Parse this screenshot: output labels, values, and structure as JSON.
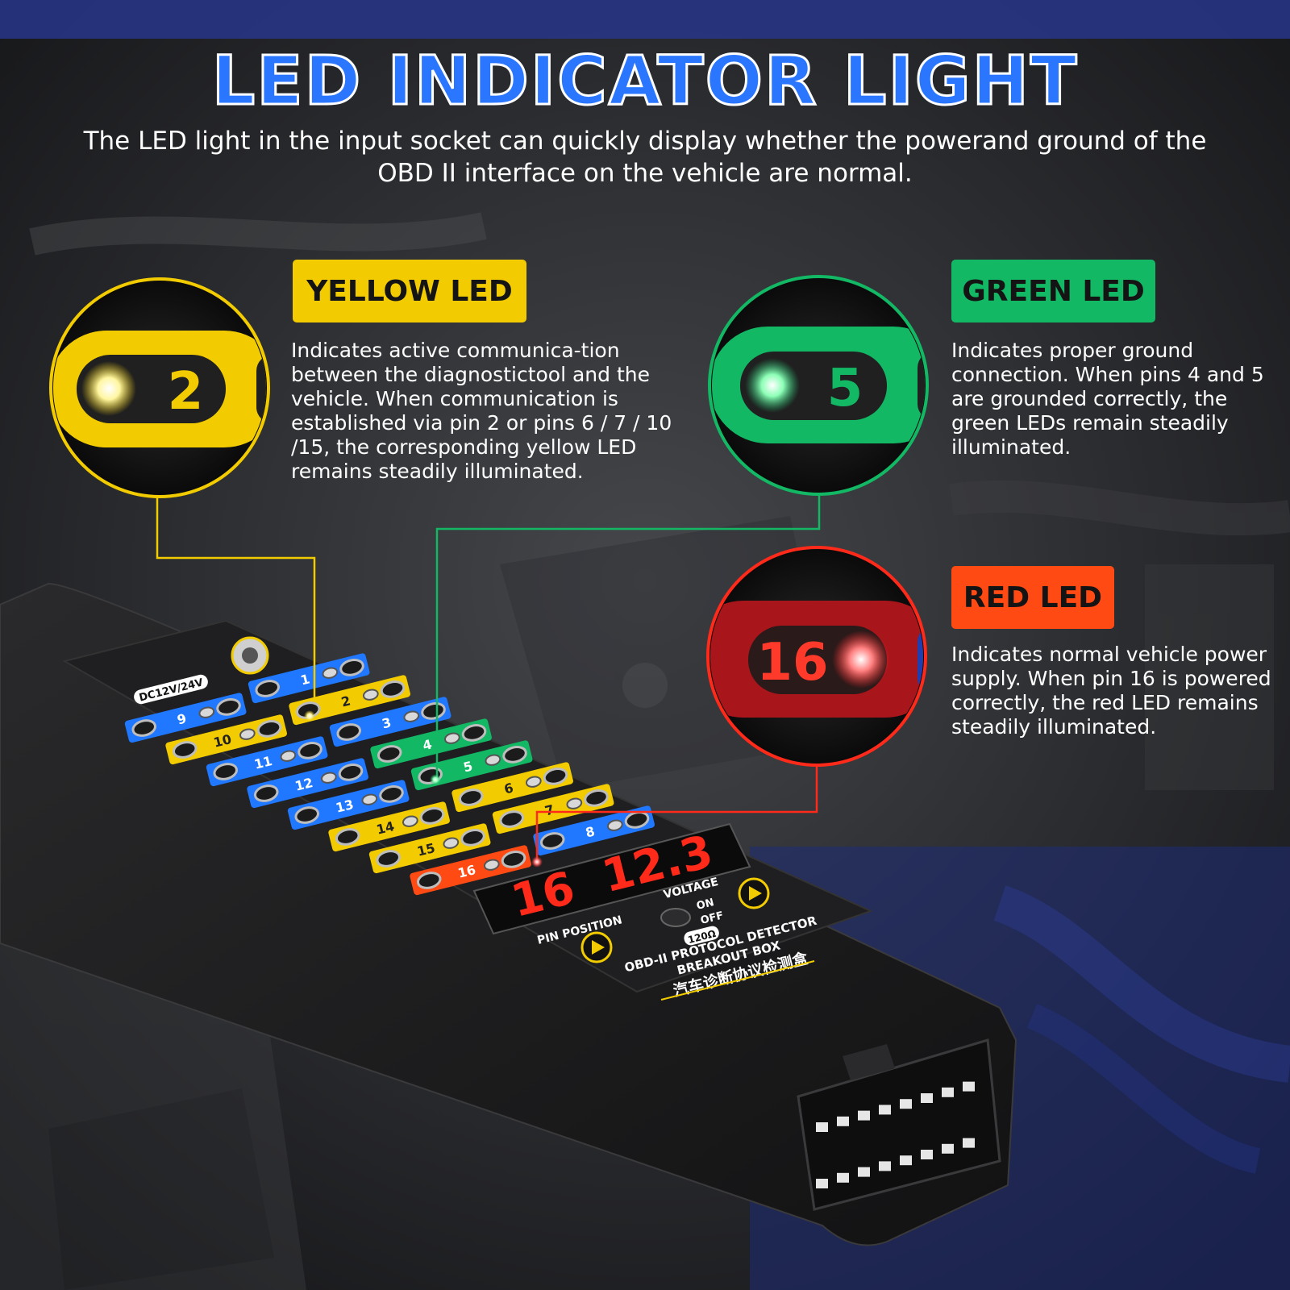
{
  "title": "LED INDICATOR LIGHT",
  "intro": "The LED light in the input socket can quickly display whether the powerand ground of the OBD II interface on the vehicle are normal.",
  "colors": {
    "yellow": "#f2cc00",
    "green": "#13b865",
    "red": "#ff4a13",
    "blue": "#1f78ff",
    "device": "#1c1c1e"
  },
  "callouts": {
    "yellow": {
      "badge": "YELLOW LED",
      "description": "Indicates active communica-tion between the diagnostictool and the vehicle. When communication is established via pin 2 or pins 6 / 7 / 10 /15, the corresponding yellow LED remains steadily illuminated.",
      "pin": "2"
    },
    "green": {
      "badge": "GREEN LED",
      "description": "Indicates proper ground connection. When pins 4 and 5 are grounded correctly, the green LEDs remain steadily illuminated.",
      "pin": "5"
    },
    "red": {
      "badge": "RED LED",
      "description": "Indicates normal vehicle power supply. When pin 16 is powered correctly, the red LED remains steadily illuminated.",
      "pin": "16"
    }
  },
  "device": {
    "dc_label": "DC12V/24V",
    "pins": [
      {
        "number": "1",
        "color": "blue"
      },
      {
        "number": "2",
        "color": "yellow"
      },
      {
        "number": "3",
        "color": "blue"
      },
      {
        "number": "4",
        "color": "green"
      },
      {
        "number": "5",
        "color": "green"
      },
      {
        "number": "6",
        "color": "yellow"
      },
      {
        "number": "7",
        "color": "yellow"
      },
      {
        "number": "8",
        "color": "blue"
      },
      {
        "number": "9",
        "color": "blue"
      },
      {
        "number": "10",
        "color": "yellow"
      },
      {
        "number": "11",
        "color": "blue"
      },
      {
        "number": "12",
        "color": "blue"
      },
      {
        "number": "13",
        "color": "blue"
      },
      {
        "number": "14",
        "color": "yellow"
      },
      {
        "number": "15",
        "color": "yellow"
      },
      {
        "number": "16",
        "color": "red"
      }
    ],
    "display_pin": "16",
    "display_voltage": "12.3",
    "pin_position_label": "PIN POSITION",
    "voltage_label": "VOLTAGE",
    "switch_on_label": "ON",
    "switch_off_label": "OFF",
    "switch_value_label": "120Ω",
    "product_name_line1": "OBD-II PROTOCOL DETECTOR",
    "product_name_line2": "BREAKOUT BOX",
    "product_name_chinese": "汽车诊断协议检测盒"
  }
}
